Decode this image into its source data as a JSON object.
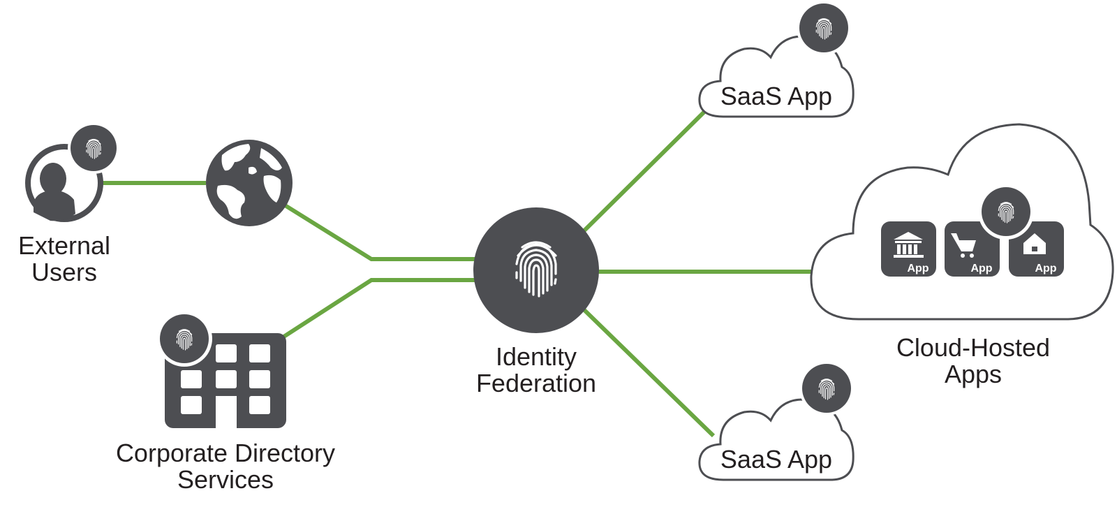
{
  "diagram": {
    "title": "Identity Federation",
    "colors": {
      "connector": "#6aa642",
      "icon": "#4d4e52",
      "text": "#231f20",
      "background": "#ffffff",
      "cloud_stroke": "#4d4e52"
    },
    "nodes": {
      "external_users": {
        "line1": "External",
        "line2": "Users",
        "icon": "user-icon",
        "badge": "fingerprint-icon"
      },
      "internet": {
        "icon": "globe-icon"
      },
      "corporate_directory": {
        "line1": "Corporate Directory",
        "line2": "Services",
        "icon": "building-icon",
        "badge": "fingerprint-icon"
      },
      "identity_federation": {
        "line1": "Identity",
        "line2": "Federation",
        "icon": "fingerprint-icon"
      },
      "saas_top": {
        "label": "SaaS App",
        "icon": "cloud-icon",
        "badge": "fingerprint-icon"
      },
      "saas_bottom": {
        "label": "SaaS App",
        "icon": "cloud-icon",
        "badge": "fingerprint-icon"
      },
      "cloud_hosted": {
        "line1": "Cloud-Hosted",
        "line2": "Apps",
        "icon": "cloud-icon",
        "badge": "fingerprint-icon",
        "apps": [
          {
            "label": "App",
            "icon": "bank-icon"
          },
          {
            "label": "App",
            "icon": "shopping-cart-icon"
          },
          {
            "label": "App",
            "icon": "house-icon"
          }
        ]
      }
    },
    "edges": [
      {
        "from": "external_users",
        "to": "internet"
      },
      {
        "from": "internet",
        "to": "identity_federation"
      },
      {
        "from": "corporate_directory",
        "to": "identity_federation"
      },
      {
        "from": "identity_federation",
        "to": "saas_top"
      },
      {
        "from": "identity_federation",
        "to": "cloud_hosted"
      },
      {
        "from": "identity_federation",
        "to": "saas_bottom"
      }
    ]
  }
}
